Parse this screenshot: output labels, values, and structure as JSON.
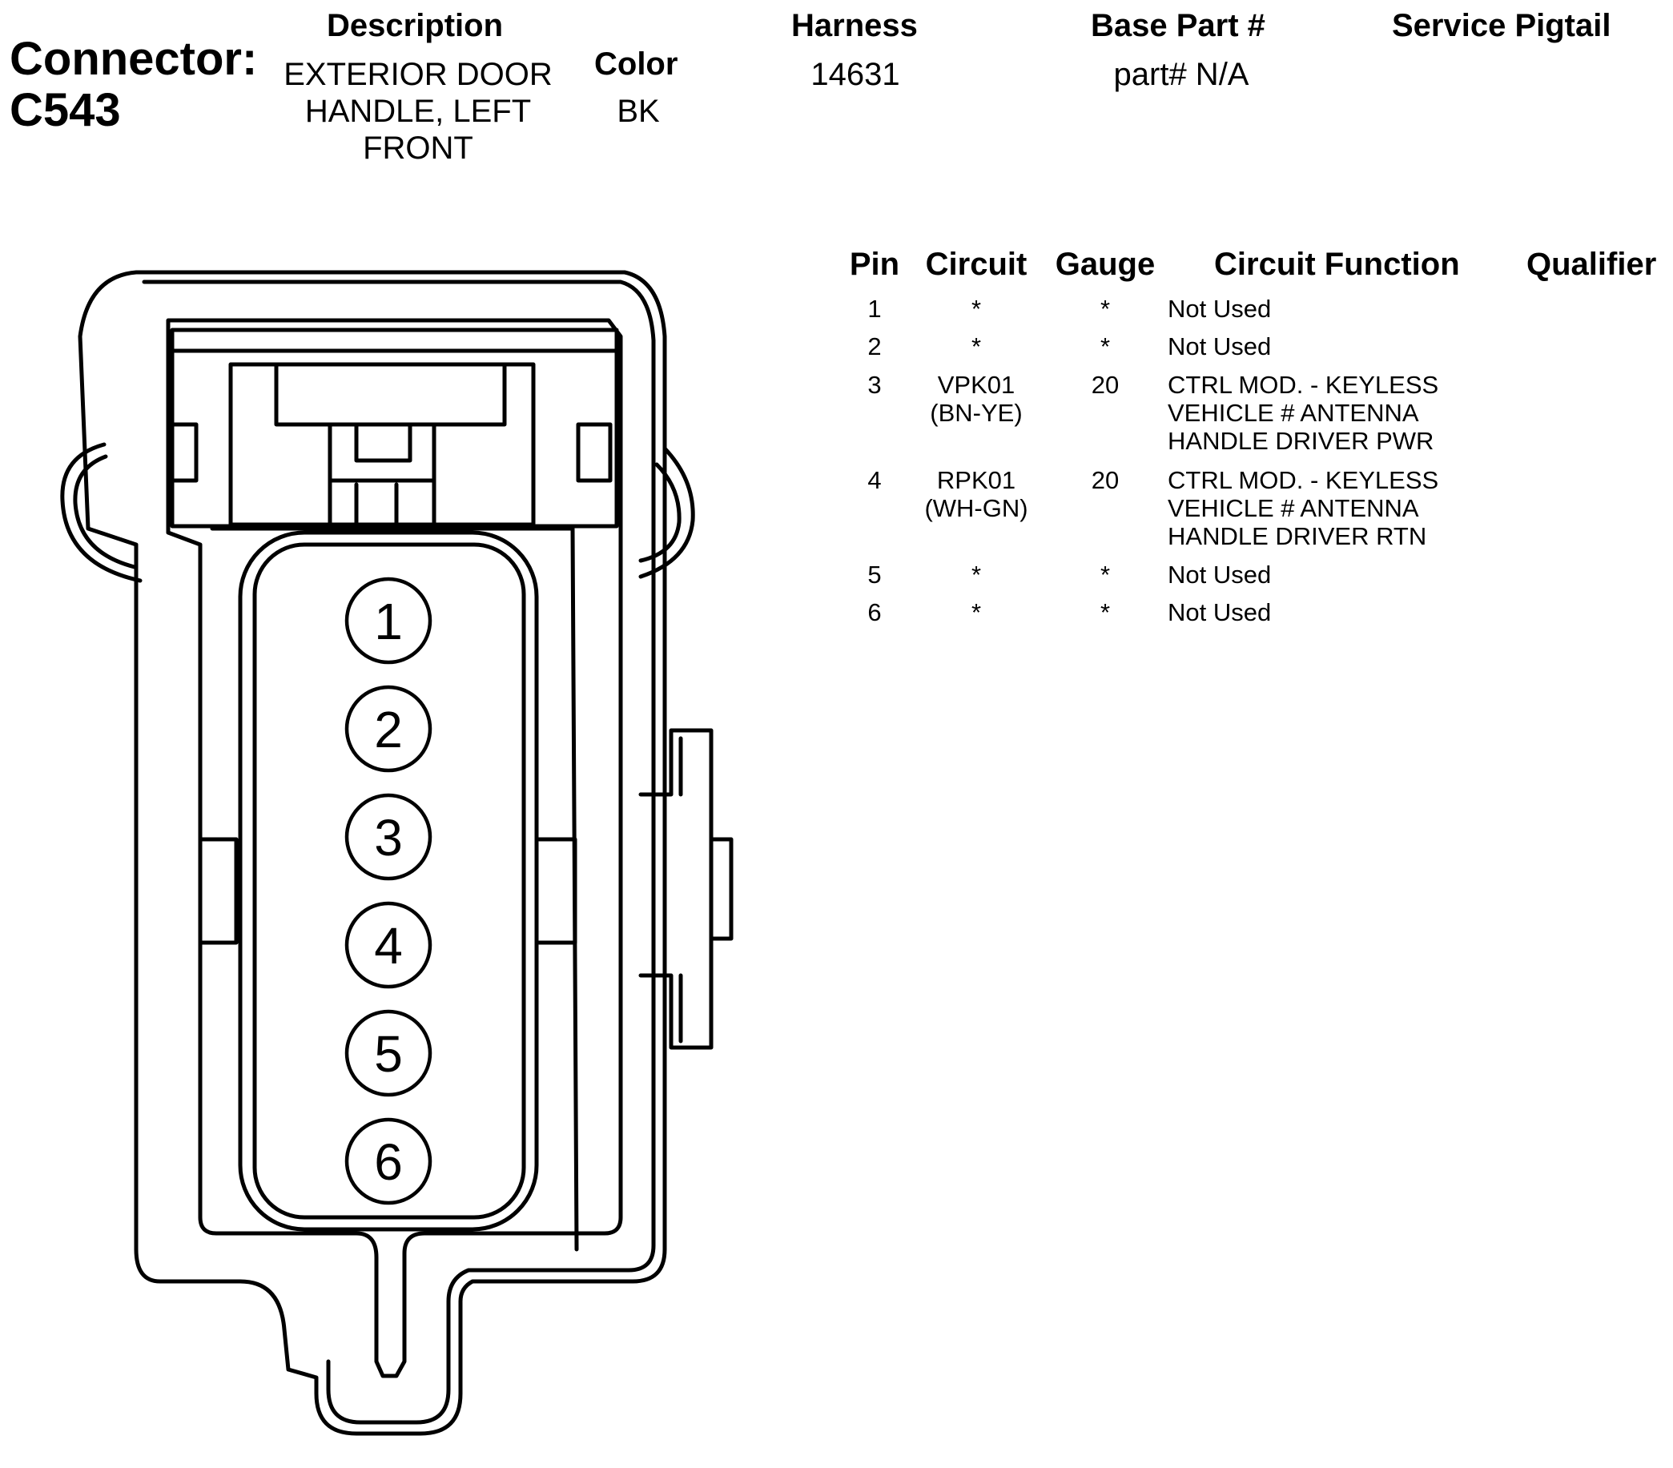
{
  "header": {
    "connector_label": "Connector:",
    "connector_id": "C543",
    "description_label": "Description",
    "description_lines": [
      "EXTERIOR DOOR",
      "HANDLE, LEFT",
      "FRONT"
    ],
    "color_label": "Color",
    "color_value": "BK",
    "harness_label": "Harness",
    "harness_value": "14631",
    "base_part_label": "Base Part #",
    "base_part_value": "part# N/A",
    "service_pigtail_label": "Service Pigtail"
  },
  "pin_table": {
    "columns": [
      "Pin",
      "Circuit",
      "Gauge",
      "Circuit Function",
      "Qualifier"
    ],
    "rows": [
      {
        "pin": "1",
        "circuit": [
          "*"
        ],
        "gauge": "*",
        "function": [
          "Not Used"
        ],
        "qualifier": ""
      },
      {
        "pin": "2",
        "circuit": [
          "*"
        ],
        "gauge": "*",
        "function": [
          "Not Used"
        ],
        "qualifier": ""
      },
      {
        "pin": "3",
        "circuit": [
          "VPK01",
          "(BN-YE)"
        ],
        "gauge": "20",
        "function": [
          "CTRL MOD. - KEYLESS",
          "VEHICLE # ANTENNA",
          "HANDLE DRIVER PWR"
        ],
        "qualifier": ""
      },
      {
        "pin": "4",
        "circuit": [
          "RPK01",
          "(WH-GN)"
        ],
        "gauge": "20",
        "function": [
          "CTRL MOD. - KEYLESS",
          "VEHICLE # ANTENNA",
          "HANDLE DRIVER RTN"
        ],
        "qualifier": ""
      },
      {
        "pin": "5",
        "circuit": [
          "*"
        ],
        "gauge": "*",
        "function": [
          "Not Used"
        ],
        "qualifier": ""
      },
      {
        "pin": "6",
        "circuit": [
          "*"
        ],
        "gauge": "*",
        "function": [
          "Not Used"
        ],
        "qualifier": ""
      }
    ]
  },
  "connector_diagram": {
    "pin_numbers": [
      "1",
      "2",
      "3",
      "4",
      "5",
      "6"
    ]
  }
}
